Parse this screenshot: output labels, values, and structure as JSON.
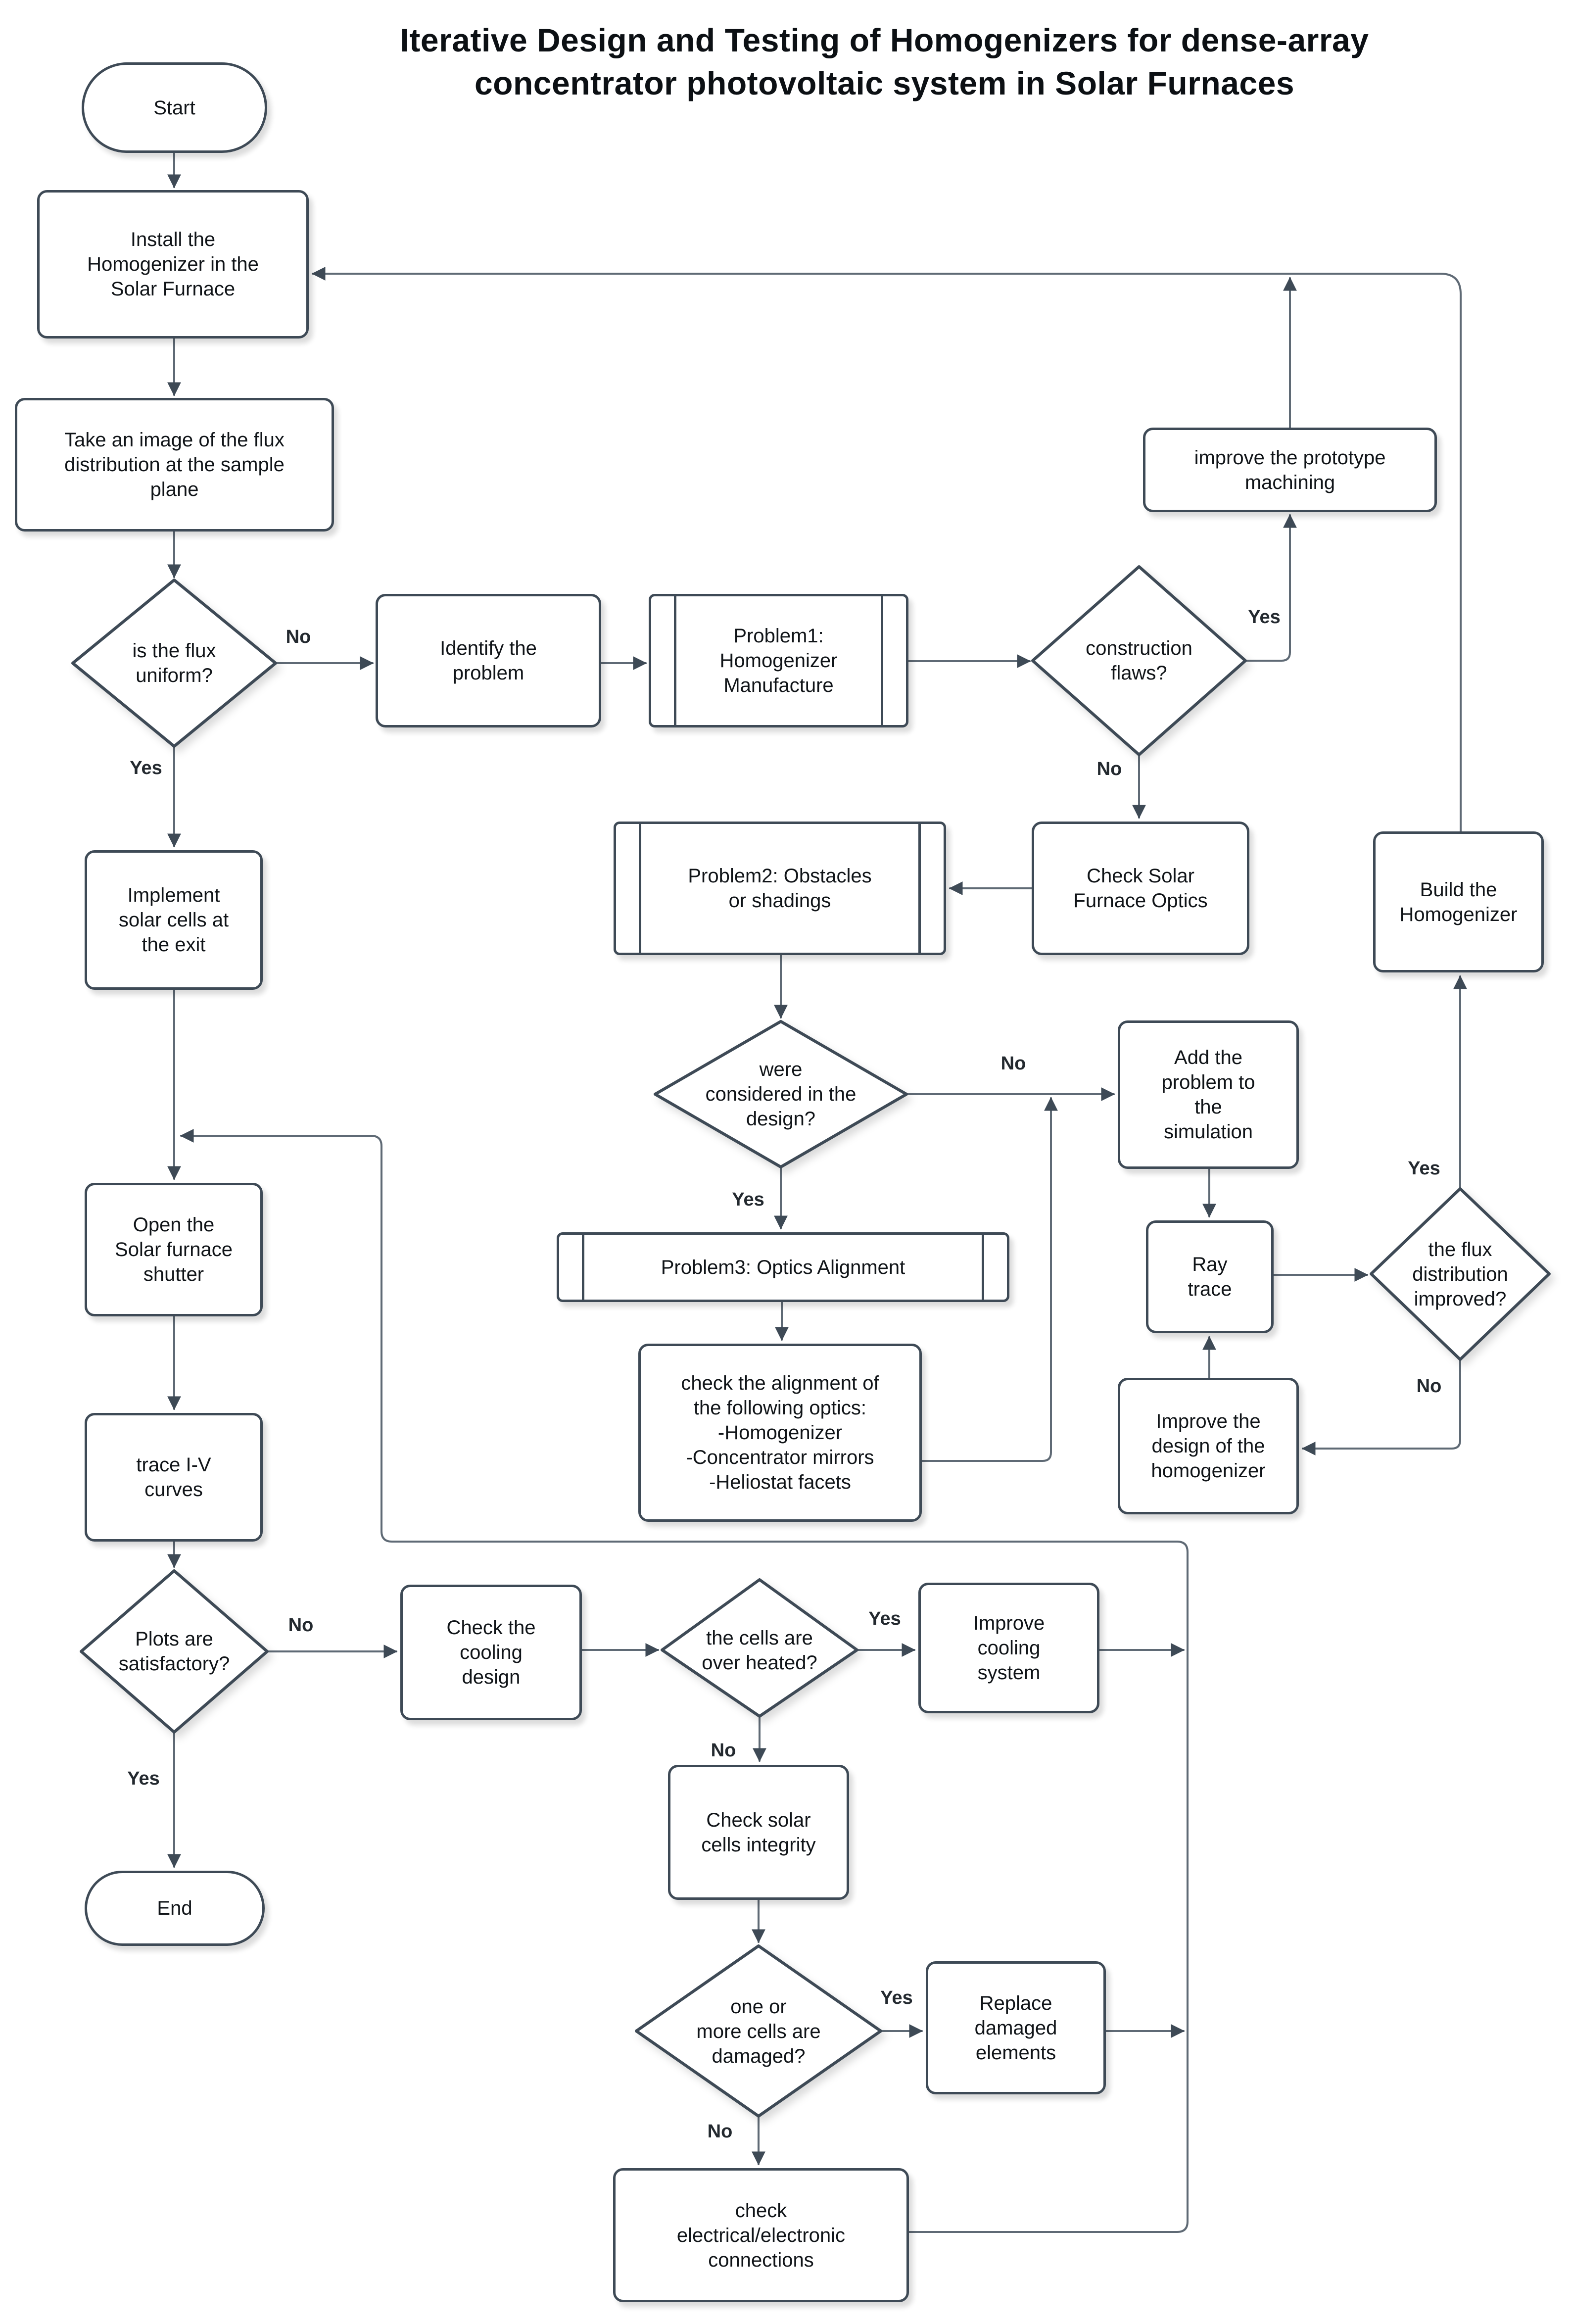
{
  "title": "Iterative Design and Testing of Homogenizers for dense-array\nconcentrator photovoltaic system in Solar Furnaces",
  "colors": {
    "shape_border": "#3e4a56",
    "connector": "#5f6a75",
    "text": "#101418",
    "canvas_background": "#ffffff"
  },
  "nodes": {
    "start": {
      "label": "Start"
    },
    "install": {
      "label": "Install the\nHomogenizer in the\nSolar Furnace"
    },
    "take_image": {
      "label": "Take an image of the flux\ndistribution at the sample\nplane"
    },
    "flux_uniform_q": {
      "label": "is the flux\nuniform?"
    },
    "identify": {
      "label": "Identify the\nproblem"
    },
    "problem1": {
      "label": "Problem1:\nHomogenizer\nManufacture"
    },
    "construction_flaws_q": {
      "label": "construction\nflaws?"
    },
    "improve_machining": {
      "label": "improve the prototype\nmachining"
    },
    "check_solar_optics": {
      "label": "Check Solar\nFurnace Optics"
    },
    "problem2": {
      "label": "Problem2: Obstacles\nor shadings"
    },
    "build_homogenizer": {
      "label": "Build the\nHomogenizer"
    },
    "considered_q": {
      "label": "were\nconsidered in the\ndesign?"
    },
    "add_problem": {
      "label": "Add the\nproblem to\nthe\nsimulation"
    },
    "problem3": {
      "label": "Problem3: Optics Alignment"
    },
    "check_alignment": {
      "label": "check the alignment of\nthe following optics:\n-Homogenizer\n-Concentrator mirrors\n-Heliostat facets"
    },
    "ray_trace": {
      "label": "Ray\ntrace"
    },
    "improve_design": {
      "label": "Improve the\ndesign of the\nhomogenizer"
    },
    "flux_improved_q": {
      "label": "the flux\ndistribution\nimproved?"
    },
    "implement_cells": {
      "label": "Implement\nsolar cells at\nthe exit"
    },
    "open_shutter": {
      "label": "Open the\nSolar furnace\nshutter"
    },
    "trace_iv": {
      "label": "trace I-V\ncurves"
    },
    "plots_q": {
      "label": "Plots are\nsatisfactory?"
    },
    "check_cooling": {
      "label": "Check the\ncooling\ndesign"
    },
    "overheated_q": {
      "label": "the cells are\nover heated?"
    },
    "improve_cooling": {
      "label": "Improve\ncooling\nsystem"
    },
    "check_integrity": {
      "label": "Check solar\ncells integrity"
    },
    "damaged_q": {
      "label": "one or\nmore cells are\ndamaged?"
    },
    "replace_damaged": {
      "label": "Replace\ndamaged\nelements"
    },
    "check_electrical": {
      "label": "check\nelectrical/electronic\nconnections"
    },
    "end": {
      "label": "End"
    }
  },
  "edge_labels": {
    "flux_no": "No",
    "flux_yes": "Yes",
    "cflaws_yes": "Yes",
    "cflaws_no": "No",
    "considered_no": "No",
    "considered_yes": "Yes",
    "flux_improved_yes": "Yes",
    "flux_improved_no": "No",
    "plots_no": "No",
    "plots_yes": "Yes",
    "overheated_yes": "Yes",
    "overheated_no": "No",
    "damaged_yes": "Yes",
    "damaged_no": "No"
  }
}
